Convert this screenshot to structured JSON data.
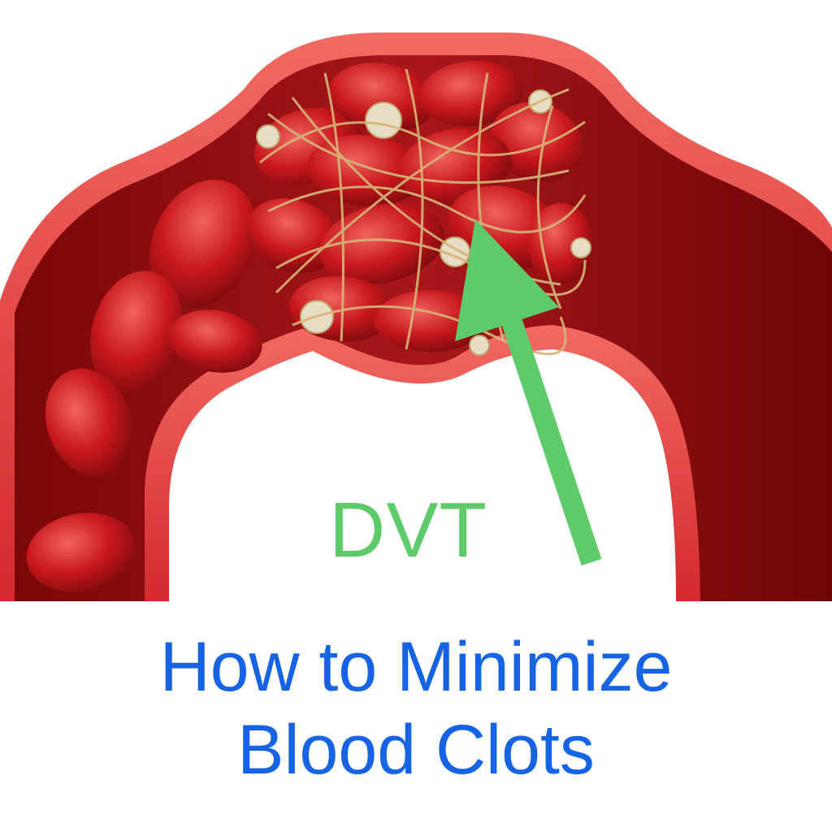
{
  "illustration": {
    "label": "DVT",
    "colors": {
      "vessel_wall": "#e0383c",
      "vessel_wall_highlight": "#f06a62",
      "vessel_interior": "#9a0f10",
      "red_cell": "#c8181d",
      "red_cell_highlight": "#ea5550",
      "fibrin": "#d7b57a",
      "platelet": "#e6ddc4",
      "arrow": "#5ecb6a",
      "label": "#5ecb6a"
    },
    "icons": [
      "arrow-icon"
    ]
  },
  "caption": {
    "line1": "How to Minimize",
    "line2": "Blood Clots",
    "color": "#1663e6"
  }
}
